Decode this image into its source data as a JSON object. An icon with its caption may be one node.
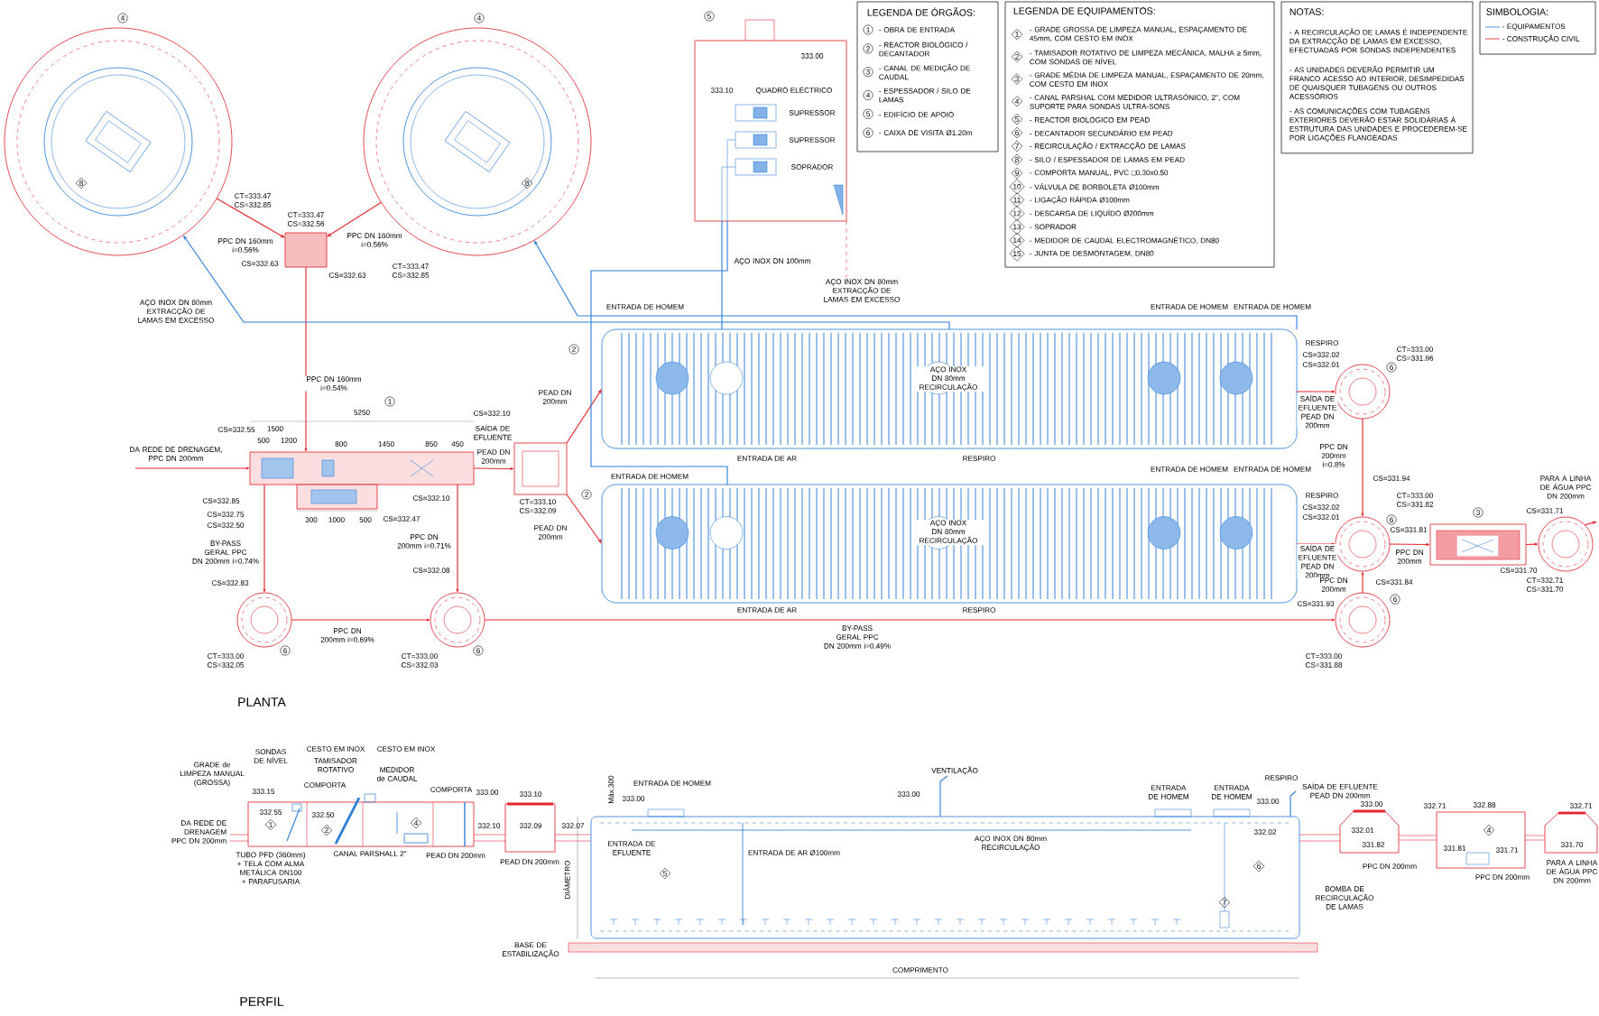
{
  "diagram": {
    "nodes": [
      {
        "text": [
          "4"
        ]
      },
      {
        "text": [
          "4"
        ]
      },
      {
        "text": [
          "CT=333.47 CS=332.56"
        ]
      },
      {
        "text": [
          "5"
        ]
      },
      {
        "text": [
          "1"
        ]
      },
      {
        "text": [
          "CT=333.10 CS=332.09"
        ]
      },
      {
        "text": [
          "2"
        ]
      },
      {
        "text": [
          "2"
        ]
      },
      {
        "text": [
          "6"
        ]
      },
      {
        "text": [
          "6"
        ]
      },
      {
        "text": [
          "6"
        ]
      },
      {
        "text": [
          "6"
        ]
      },
      {
        "text": [
          "6"
        ]
      },
      {
        "text": [
          "3"
        ]
      },
      {
        "text": [],
        "shape": "circle"
      }
    ],
    "edges": [
      {
        "from": null,
        "to": 4,
        "arrow": "to",
        "label": "DA REDE DE DRENAGEM, PPC DN 200mm"
      },
      {
        "from": 0,
        "to": 2,
        "arrow": "to",
        "label": "PPC DN 160mm i=0.56%"
      },
      {
        "from": 1,
        "to": 2,
        "arrow": "to",
        "label": "PPC DN 160mm i=0.56%"
      },
      {
        "from": 2,
        "to": 4,
        "arrow": "to",
        "label": "PPC DN 160mm i=0.54%"
      },
      {
        "from": 4,
        "to": 5,
        "arrow": "to",
        "label": "PEAD DN 200mm"
      },
      {
        "from": 5,
        "to": 6,
        "arrow": "to",
        "label": "PEAD DN 200mm"
      },
      {
        "from": 5,
        "to": 7,
        "arrow": "to",
        "label": "PEAD DN 200mm"
      },
      {
        "from": 4,
        "to": 8,
        "arrow": "to",
        "label": "BY-PASS GERAL PPC DN 200mm i=0.74%"
      },
      {
        "from": 4,
        "to": 9,
        "arrow": "to",
        "label": "PPC DN 200mm i=0.71%"
      },
      {
        "from": 8,
        "to": 9,
        "arrow": "to",
        "label": "PPC DN 200mm i=0.69%"
      },
      {
        "from": 9,
        "to": 12,
        "arrow": "to",
        "label": "BY-PASS GERAL PPC DN 200mm i=0.49%"
      },
      {
        "from": 6,
        "to": 10,
        "arrow": "to",
        "label": "SAÍDA DE EFLUENTE PEAD DN 200mm"
      },
      {
        "from": 10,
        "to": 11,
        "arrow": "to",
        "label": "PPC DN 200mm i=0.8%"
      },
      {
        "from": 7,
        "to": 11,
        "arrow": "to",
        "label": "SAÍDA DE EFLUENTE PEAD DN 200mm"
      },
      {
        "from": 12,
        "to": 11,
        "arrow": "to",
        "label": "PPC DN 200mm"
      },
      {
        "from": 11,
        "to": 13,
        "arrow": "to",
        "label": "PPC DN 200mm"
      },
      {
        "from": 13,
        "to": 14,
        "arrow": "to"
      },
      {
        "from": 14,
        "to": null,
        "arrow": "to",
        "label": "PARA A LINHA DE ÁGUA PPC DN 200mm"
      },
      {
        "from": 3,
        "to": 6,
        "arrow": "none",
        "color": "#2f7fd8",
        "label": "AÇO INOX DN 100mm"
      },
      {
        "from": 3,
        "to": 7,
        "arrow": "none",
        "color": "#2f7fd8"
      },
      {
        "from": 6,
        "to": 0,
        "arrow": "to",
        "color": "#2f7fd8",
        "label": "AÇO INOX DN 80mm EXTRACÇÃO DE LAMAS EM EXCESSO"
      },
      {
        "from": 6,
        "to": 1,
        "arrow": "to",
        "color": "#2f7fd8",
        "label": "AÇO INOX DN 80mm EXTRACÇÃO DE LAMAS EM EXCESSO"
      }
    ],
    "labels": [
      "LEGENDA DE ÓRGÃOS:",
      "1",
      "- OBRA DE ENTRADA",
      "2",
      "- REACTOR BIOLÓGICO / DECANTADOR",
      "3",
      "- CANAL DE MEDIÇÃO DE CAUDAL",
      "4",
      "- ESPESSADOR / SILO DE LAMAS",
      "5",
      "- EDIFÍCIO DE APOIO",
      "6",
      "- CAIXA DE VISITA Ø1.20m",
      "LEGENDA DE EQUIPAMENTOS:",
      "1",
      "- GRADE GROSSA DE LIMPEZA MANUAL, ESPAÇAMENTO DE 45mm, COM CESTO EM INOX",
      "2",
      "- TAMISADOR ROTATIVO DE LIMPEZA MECÂNICA, MALHA ≥ 5mm, COM SONDAS DE NÍVEL",
      "3",
      "- GRADE MÉDIA DE LIMPEZA MANUAL, ESPAÇAMENTO DE 20mm, COM CESTO EM INOX",
      "4",
      "- CANAL PARSHAL COM MEDIDOR ULTRASÓNICO, 2\", COM SUPORTE PARA SONDAS ULTRA-SONS",
      "5",
      "- REACTOR BIOLÓGICO EM PEAD",
      "6",
      "- DECANTADOR SECUNDÁRIO EM PEAD",
      "7",
      "- RECIRCULAÇÃO / EXTRACÇÃO DE LAMAS",
      "8",
      "- SILO / ESPESSADOR DE LAMAS EM PEAD",
      "9",
      "- COMPORTA MANUAL, PVC □0.30x0.50",
      "10",
      "- VÁLVULA DE BORBOLETA Ø100mm",
      "11",
      "- LIGAÇÃO RÁPIDA Ø100mm",
      "12",
      "- DESCARGA DE LIQUÍDO Ø200mm",
      "13",
      "- SOPRADOR",
      "14",
      "- MEDIDOR DE CAUDAL ELECTROMAGNÉTICO, DN80",
      "15",
      "- JUNTA DE DESMONTAGEM, DN80",
      "NOTAS:",
      "- A RECIRCULAÇÃO DE LAMAS É INDEPENDENTE DA EXTRACÇÃO DE LAMAS EM EXCESSO, EFECTUADAS POR SONDAS INDEPENDENTES",
      "- AS UNIDADES DEVERÃO PERMITIR UM FRANCO ACESSO AO INTERIOR, DESIMPEDIDAS DE QUAISQUER TUBAGENS OU OUTROS ACESSÓRIOS",
      "- AS COMUNICAÇÕES COM TUBAGENS EXTERIORES DEVERÃO ESTAR SOLIDÁRIAS À ESTRUTURA DAS UNIDADES E PROCEDEREM-SE POR LIGAÇÕES FLANGEADAS",
      "SIMBOLOGIA:",
      "333.00",
      "333.10",
      "QUADRO ELÉCTRICO",
      "SUPRESSOR",
      "SUPRESSOR",
      "SOPRADOR",
      "8",
      "8",
      "CT=333.47 CS=332.85",
      "CT=333.47 CS=332.85",
      "CS=332.63",
      "CS=332.63",
      "ENTRADA DE HOMEM",
      "ENTRADA DE HOMEM",
      "ENTRADA DE HOMEM",
      "ENTRADA DE AR",
      "RESPIRO",
      "AÇO INOX DN 80mm RECIRCULAÇÃO",
      "RESPIRO",
      "ENTRADA DE HOMEM",
      "ENTRADA DE HOMEM",
      "ENTRADA DE HOMEM",
      "ENTRADA DE AR",
      "RESPIRO",
      "AÇO INOX DN 80mm RECIRCULAÇÃO",
      "RESPIRO",
      "CT=333.00 CS=331.96",
      "CS=332.02",
      "CS=332.01",
      "CS=331.94",
      "CT=333.00 CS=331.82",
      "CS=332.02",
      "CS=332.01",
      "CS=331.81",
      "CS=331.84",
      "CS=331.93",
      "CT=333.00 CS=331.88",
      "CS=331.71",
      "CS=331.70",
      "CT=332.71 CS=331.70",
      "CS=332.55",
      "CS=332.85",
      "CS=332.75",
      "CS=332.50",
      "CS=332.47",
      "CS=332.10",
      "CS=332.10",
      "SAÍDA DE EFLUENTE",
      "CS=332.83",
      "CS=332.08",
      "CT=333.00 CS=332.05",
      "CT=333.00 CS=332.03",
      "5250",
      "1500",
      "500",
      "1200",
      "800",
      "1450",
      "850",
      "450",
      "300",
      "1000",
      "500",
      "PLANTA",
      "DA REDE DE DRENAGEM PPC DN 200mm",
      "GRADE de LIMPEZA MANUAL (GROSSA)",
      "333.15",
      "SONDAS DE NÍVEL",
      "CESTO EM INOX",
      "CESTO EM INOX",
      "TAMISADOR ROTATIVO",
      "COMPORTA",
      "MEDIDOR de CAUDAL",
      "COMPORTA",
      "332.55",
      "332.50",
      "333.00",
      "333.10",
      "332.10",
      "332.09",
      "Máx.300",
      "333.00",
      "332.07",
      "ENTRADA DE HOMEM",
      "ENTRADA DE EFLUENTE",
      "ENTRADA DE AR Ø100mm",
      "5",
      "DIÂMETRO",
      "BASE DE ESTABILIZAÇÃO",
      "TUBO PFD (360mm) + TELA COM ALMA METÁLICA DN100 + PARAFUSARIA",
      "CANAL PARSHALL 2\"",
      "PEAD DN 200mm",
      "PEAD DN 200mm",
      "VENTILAÇÃO",
      "333.00",
      "AÇO INOX DN 80mm RECIRCULAÇÃO",
      "ENTRADA DE HOMEM",
      "ENTRADA DE HOMEM",
      "RESPIRO",
      "333.00",
      "SAÍDA DE EFLUENTE PEAD DN 200mm",
      "332.02",
      "6",
      "7",
      "BOMBA DE RECIRCULAÇÃO DE LAMAS",
      "COMPRIMENTO",
      "333.00",
      "332.01",
      "331.82",
      "PPC DN 200mm",
      "332.71",
      "332.88",
      "4",
      "331.81",
      "331.71",
      "PPC DN 200mm",
      "332.71",
      "331.70",
      "PARA A LINHA DE ÁGUA PPC DN 200mm",
      "PERFIL",
      "1",
      "2",
      "4"
    ],
    "legend": [
      {
        "text": "- EQUIPAMENTOS"
      },
      {
        "text": "- CONSTRUÇÃO CIVIL"
      }
    ]
  }
}
